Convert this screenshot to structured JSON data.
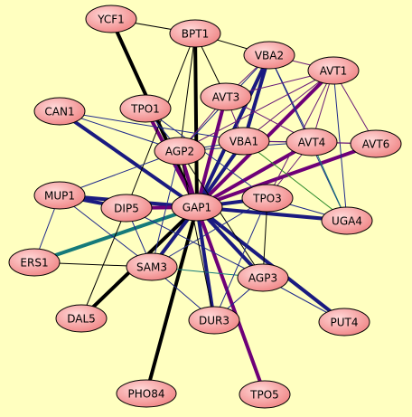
{
  "colors": {
    "background": "#ffffc0",
    "node_fill_light": "#ffd8d8",
    "node_fill_dark": "#ef7f7f",
    "node_stroke": "#000000",
    "black": "#000000",
    "navy": "#1a1a80",
    "purple": "#6e0078",
    "teal": "#157a7a",
    "green": "#2a8a2a",
    "thin_navy": "#1f2a8c",
    "thin_purple": "#6a1a78"
  },
  "nodes": [
    {
      "id": "YCF1",
      "label": "YCF1"
    },
    {
      "id": "BPT1",
      "label": "BPT1"
    },
    {
      "id": "VBA2",
      "label": "VBA2"
    },
    {
      "id": "AVT1",
      "label": "AVT1"
    },
    {
      "id": "CAN1",
      "label": "CAN1"
    },
    {
      "id": "TPO1",
      "label": "TPO1"
    },
    {
      "id": "AVT3",
      "label": "AVT3"
    },
    {
      "id": "AGP2",
      "label": "AGP2"
    },
    {
      "id": "VBA1",
      "label": "VBA1"
    },
    {
      "id": "AVT4",
      "label": "AVT4"
    },
    {
      "id": "AVT6",
      "label": "AVT6"
    },
    {
      "id": "MUP1",
      "label": "MUP1"
    },
    {
      "id": "DIP5",
      "label": "DIP5"
    },
    {
      "id": "GAP1",
      "label": "GAP1"
    },
    {
      "id": "TPO3",
      "label": "TPO3"
    },
    {
      "id": "UGA4",
      "label": "UGA4"
    },
    {
      "id": "ERS1",
      "label": "ERS1"
    },
    {
      "id": "SAM3",
      "label": "SAM3"
    },
    {
      "id": "AGP3",
      "label": "AGP3"
    },
    {
      "id": "DAL5",
      "label": "DAL5"
    },
    {
      "id": "DUR3",
      "label": "DUR3"
    },
    {
      "id": "PUT4",
      "label": "PUT4"
    },
    {
      "id": "PHO84",
      "label": "PHO84"
    },
    {
      "id": "TPO5",
      "label": "TPO5"
    }
  ],
  "edges": [
    {
      "from": "YCF1",
      "to": "GAP1",
      "style": "black-thick"
    },
    {
      "from": "BPT1",
      "to": "GAP1",
      "style": "black-thick"
    },
    {
      "from": "PHO84",
      "to": "GAP1",
      "style": "black-thick"
    },
    {
      "from": "DAL5",
      "to": "GAP1",
      "style": "black-thick"
    },
    {
      "from": "CAN1",
      "to": "GAP1",
      "style": "navy-thick"
    },
    {
      "from": "MUP1",
      "to": "GAP1",
      "style": "navy-thick"
    },
    {
      "from": "VBA2",
      "to": "GAP1",
      "style": "navy-thick"
    },
    {
      "from": "VBA1",
      "to": "GAP1",
      "style": "navy-thick"
    },
    {
      "from": "UGA4",
      "to": "GAP1",
      "style": "navy-thick"
    },
    {
      "from": "DUR3",
      "to": "GAP1",
      "style": "navy-thick"
    },
    {
      "from": "PUT4",
      "to": "GAP1",
      "style": "navy-thick"
    },
    {
      "from": "SAM3",
      "to": "GAP1",
      "style": "navy-thick"
    },
    {
      "from": "AGP3",
      "to": "GAP1",
      "style": "navy-thick"
    },
    {
      "from": "TPO3",
      "to": "GAP1",
      "style": "navy-thick"
    },
    {
      "from": "ERS1",
      "to": "GAP1",
      "style": "teal-thick"
    },
    {
      "from": "AVT1",
      "to": "GAP1",
      "style": "purple-thick"
    },
    {
      "from": "AVT3",
      "to": "GAP1",
      "style": "purple-thick"
    },
    {
      "from": "AVT4",
      "to": "GAP1",
      "style": "purple-thick"
    },
    {
      "from": "AVT6",
      "to": "GAP1",
      "style": "purple-thick"
    },
    {
      "from": "TPO1",
      "to": "GAP1",
      "style": "purple-thick"
    },
    {
      "from": "TPO5",
      "to": "GAP1",
      "style": "purple-thick"
    },
    {
      "from": "AGP2",
      "to": "GAP1",
      "style": "purple-thick"
    },
    {
      "from": "DIP5",
      "to": "GAP1",
      "style": "purple-thick"
    },
    {
      "from": "YCF1",
      "to": "BPT1",
      "style": "black-thin"
    },
    {
      "from": "BPT1",
      "to": "VBA2",
      "style": "black-thin"
    },
    {
      "from": "BPT1",
      "to": "AGP2",
      "style": "black-thin"
    },
    {
      "from": "BPT1",
      "to": "AVT3",
      "style": "black-thin"
    },
    {
      "from": "BPT1",
      "to": "DIP5",
      "style": "black-thin"
    },
    {
      "from": "VBA2",
      "to": "AVT1",
      "style": "thin-purple"
    },
    {
      "from": "VBA2",
      "to": "AVT3",
      "style": "thin-purple"
    },
    {
      "from": "VBA2",
      "to": "VBA1",
      "style": "navy-thick"
    },
    {
      "from": "VBA2",
      "to": "AVT4",
      "style": "thin-navy"
    },
    {
      "from": "VBA2",
      "to": "AGP2",
      "style": "thin-navy"
    },
    {
      "from": "VBA2",
      "to": "UGA4",
      "style": "thin-navy"
    },
    {
      "from": "AVT1",
      "to": "AVT3",
      "style": "thin-purple"
    },
    {
      "from": "AVT1",
      "to": "AVT4",
      "style": "thin-purple"
    },
    {
      "from": "AVT1",
      "to": "AVT6",
      "style": "thin-purple"
    },
    {
      "from": "AVT1",
      "to": "VBA1",
      "style": "thin-purple"
    },
    {
      "from": "AVT1",
      "to": "AGP2",
      "style": "thin-purple"
    },
    {
      "from": "AVT1",
      "to": "TPO3",
      "style": "thin-purple"
    },
    {
      "from": "AVT1",
      "to": "UGA4",
      "style": "thin-navy"
    },
    {
      "from": "CAN1",
      "to": "AGP2",
      "style": "thin-navy"
    },
    {
      "from": "CAN1",
      "to": "VBA1",
      "style": "thin-navy"
    },
    {
      "from": "TPO1",
      "to": "AGP2",
      "style": "thin-navy"
    },
    {
      "from": "TPO1",
      "to": "TPO3",
      "style": "thin-navy"
    },
    {
      "from": "AVT3",
      "to": "AVT4",
      "style": "thin-purple"
    },
    {
      "from": "AVT3",
      "to": "AGP2",
      "style": "thin-purple"
    },
    {
      "from": "AVT3",
      "to": "VBA1",
      "style": "thin-purple"
    },
    {
      "from": "AGP2",
      "to": "VBA1",
      "style": "thin-navy"
    },
    {
      "from": "AGP2",
      "to": "AVT4",
      "style": "thin-navy"
    },
    {
      "from": "AGP2",
      "to": "SAM3",
      "style": "thin-navy"
    },
    {
      "from": "AGP2",
      "to": "AGP3",
      "style": "black-thin"
    },
    {
      "from": "AGP2",
      "to": "MUP1",
      "style": "thin-navy"
    },
    {
      "from": "VBA1",
      "to": "AVT4",
      "style": "thin-navy"
    },
    {
      "from": "VBA1",
      "to": "UGA4",
      "style": "thin-green"
    },
    {
      "from": "VBA1",
      "to": "AVT6",
      "style": "thin-purple"
    },
    {
      "from": "AVT4",
      "to": "AVT6",
      "style": "thin-purple"
    },
    {
      "from": "AVT4",
      "to": "UGA4",
      "style": "thin-teal"
    },
    {
      "from": "AVT4",
      "to": "TPO3",
      "style": "thin-purple"
    },
    {
      "from": "MUP1",
      "to": "DIP5",
      "style": "navy-thick"
    },
    {
      "from": "MUP1",
      "to": "SAM3",
      "style": "thin-navy"
    },
    {
      "from": "MUP1",
      "to": "ERS1",
      "style": "thin-navy"
    },
    {
      "from": "DIP5",
      "to": "SAM3",
      "style": "thin-navy"
    },
    {
      "from": "DIP5",
      "to": "DAL5",
      "style": "black-thin"
    },
    {
      "from": "DIP5",
      "to": "AGP3",
      "style": "thin-navy"
    },
    {
      "from": "ERS1",
      "to": "SAM3",
      "style": "black-thin"
    },
    {
      "from": "SAM3",
      "to": "AGP3",
      "style": "thin-teal"
    },
    {
      "from": "SAM3",
      "to": "TPO3",
      "style": "thin-navy"
    },
    {
      "from": "SAM3",
      "to": "DUR3",
      "style": "thin-navy"
    },
    {
      "from": "TPO3",
      "to": "AGP3",
      "style": "black-thin"
    },
    {
      "from": "TPO3",
      "to": "DUR3",
      "style": "thin-navy"
    },
    {
      "from": "TPO3",
      "to": "UGA4",
      "style": "thin-navy"
    },
    {
      "from": "AGP3",
      "to": "PUT4",
      "style": "thin-navy"
    },
    {
      "from": "AGP3",
      "to": "DUR3",
      "style": "thin-navy"
    },
    {
      "from": "DUR3",
      "to": "AGP2",
      "style": "black-thin"
    }
  ]
}
